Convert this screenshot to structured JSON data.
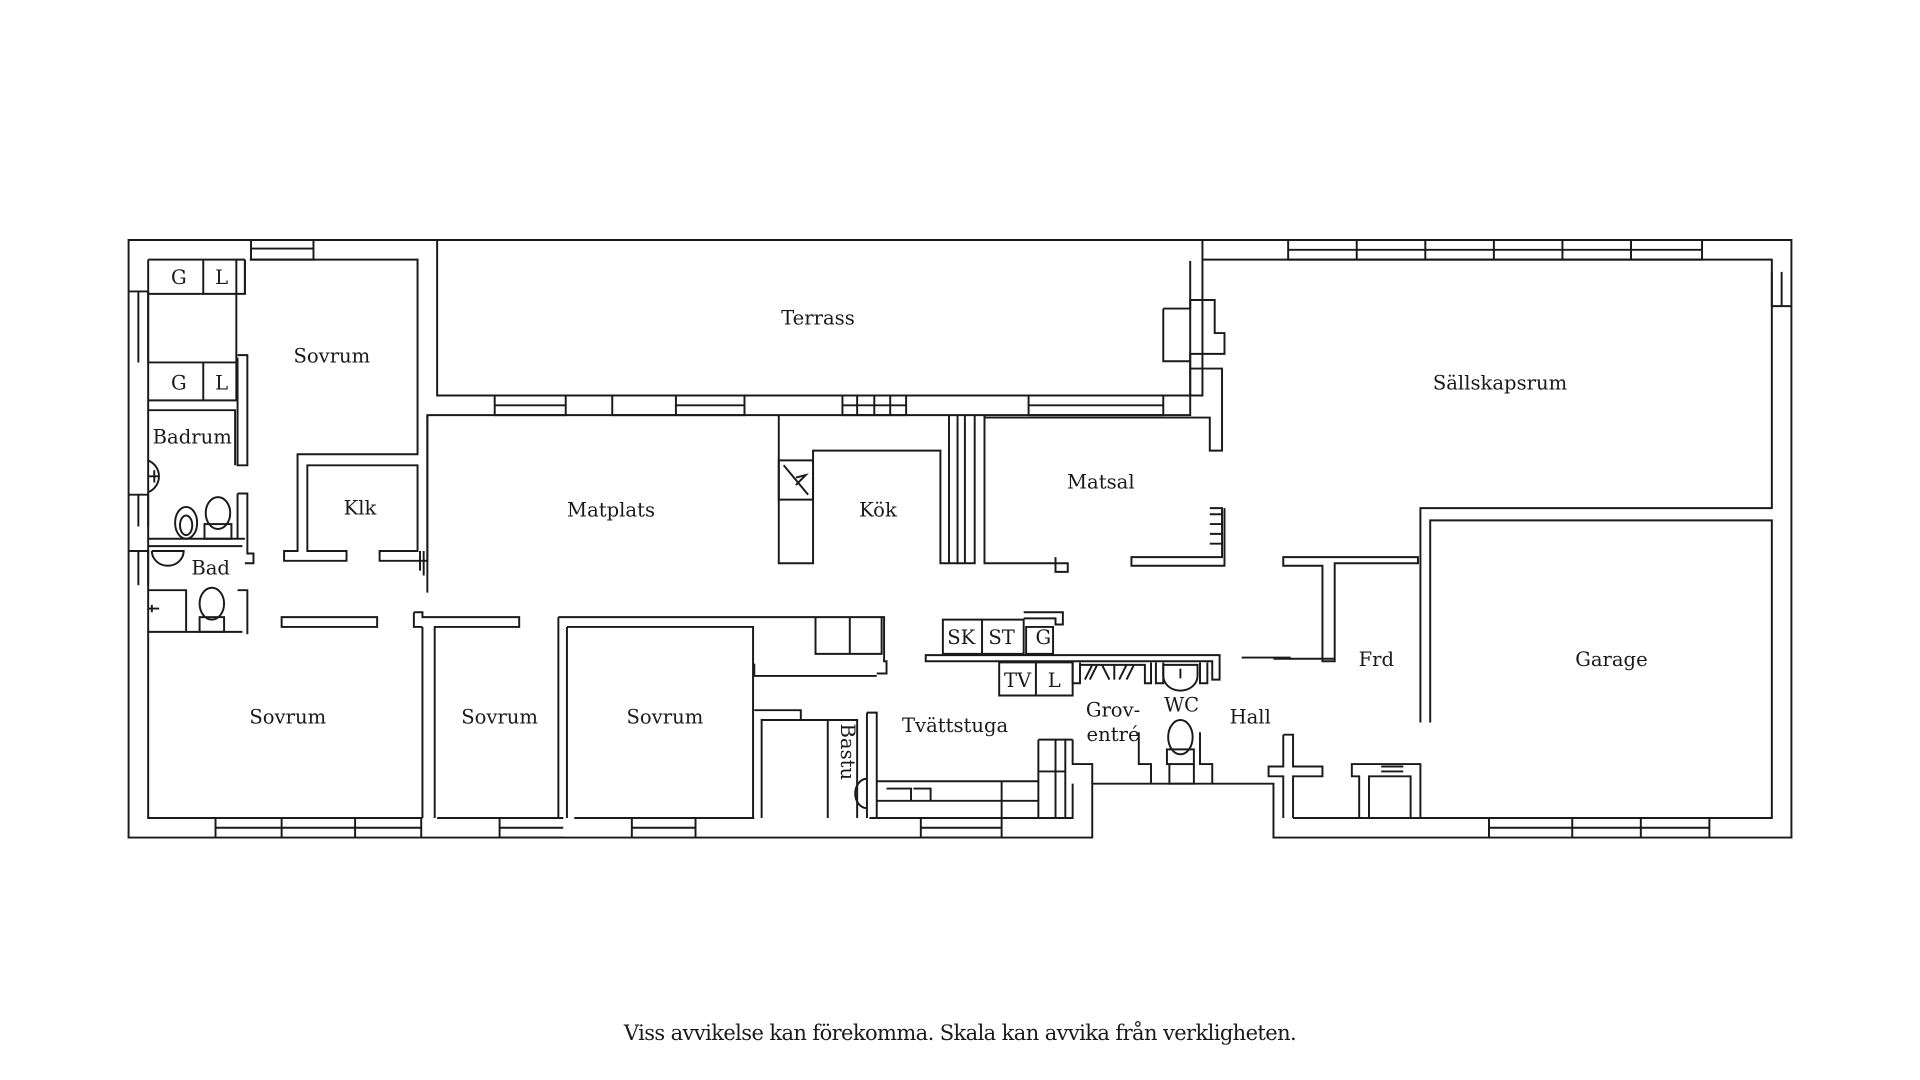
{
  "plan": {
    "rooms": {
      "terrass": "Terrass",
      "sallskapsrum": "Sällskapsrum",
      "sovrum_1": "Sovrum",
      "badrum": "Badrum",
      "klk": "Klk",
      "matplats": "Matplats",
      "kok": "Kök",
      "matsal": "Matsal",
      "bad": "Bad",
      "sovrum_2": "Sovrum",
      "sovrum_3": "Sovrum",
      "sovrum_4": "Sovrum",
      "bastu": "Bastu",
      "tvattstuga": "Tvättstuga",
      "grov_1": "Grov-",
      "grov_2": "entré",
      "wc": "WC",
      "hall": "Hall",
      "frd": "Frd",
      "garage": "Garage"
    },
    "fixtures": {
      "g1": "G",
      "l1": "L",
      "g2": "G",
      "l2": "L",
      "sk": "SK",
      "st": "ST",
      "g3": "G",
      "tv": "TV",
      "l3": "L"
    }
  },
  "disclaimer": "Viss avvikelse kan förekomma. Skala kan avvika från verkligheten."
}
